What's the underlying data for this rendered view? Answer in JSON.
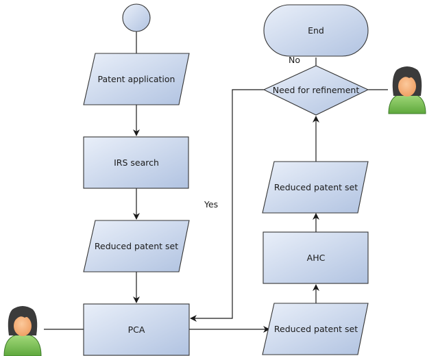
{
  "diagram": {
    "nodes": {
      "start": {
        "label": ""
      },
      "patent_application": {
        "label": "Patent application"
      },
      "irs_search": {
        "label": "IRS search"
      },
      "reduced_set_1": {
        "label": "Reduced patent set"
      },
      "pca": {
        "label": "PCA"
      },
      "reduced_set_2": {
        "label": "Reduced patent set"
      },
      "ahc": {
        "label": "AHC"
      },
      "reduced_set_3": {
        "label": "Reduced patent set"
      },
      "decision": {
        "label": "Need for refinement"
      },
      "end": {
        "label": "End"
      }
    },
    "edge_labels": {
      "yes": "Yes",
      "no": "No"
    },
    "actors": [
      "user-icon",
      "user-icon"
    ],
    "colors": {
      "shape_fill_light": "#e6edf8",
      "shape_fill_dark": "#b4c5e2",
      "stroke": "#333333",
      "actor_hair": "#3a3a3a",
      "actor_face": "#f6b07a",
      "actor_body": "#7fc45a"
    }
  }
}
